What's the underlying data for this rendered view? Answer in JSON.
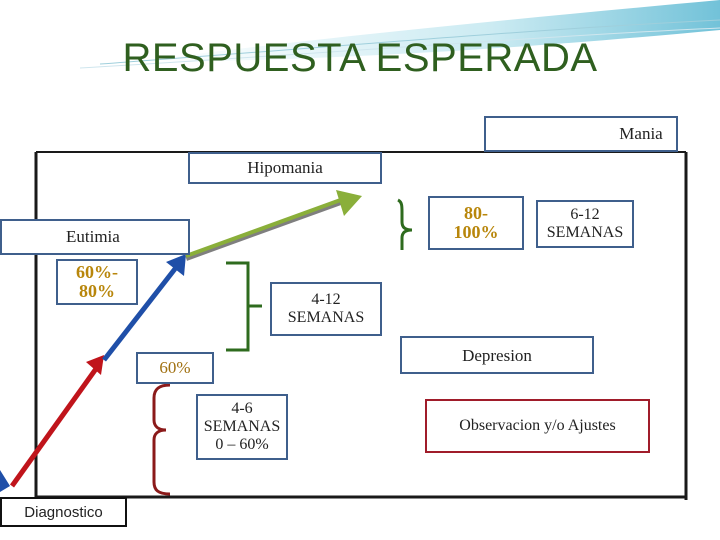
{
  "slide": {
    "title": "RESPUESTA ESPERADA"
  },
  "states": {
    "mania": "Mania",
    "hipomania": "Hipomania",
    "eutimia": "Eutimia",
    "depresion": "Depresion",
    "diagnostico": "Diagnostico"
  },
  "labels": {
    "pct_80_100_a": "80-",
    "pct_80_100_b": "100%",
    "weeks_6_12_a": "6-12",
    "weeks_6_12_b": "SEMANAS",
    "pct_60_80_a": "60%-",
    "pct_60_80_b": "80%",
    "weeks_4_12_a": "4-12",
    "weeks_4_12_b": "SEMANAS",
    "pct_60": "60%",
    "weeks_4_6_a": "4-6",
    "weeks_4_6_b": "SEMANAS",
    "weeks_4_6_c": "0 – 60%",
    "observacion": "Observacion y/o Ajustes"
  },
  "colors": {
    "title": "#2f5f1f",
    "box_border": "#3f5f8c",
    "arrow_red": "#c0141b",
    "arrow_blue": "#1f4fa8",
    "arrow_green": "#8aaf3a",
    "bracket_green": "#2e6b1e",
    "bracket_red": "#8b1a1a",
    "observacion_border": "#a01c2a"
  }
}
